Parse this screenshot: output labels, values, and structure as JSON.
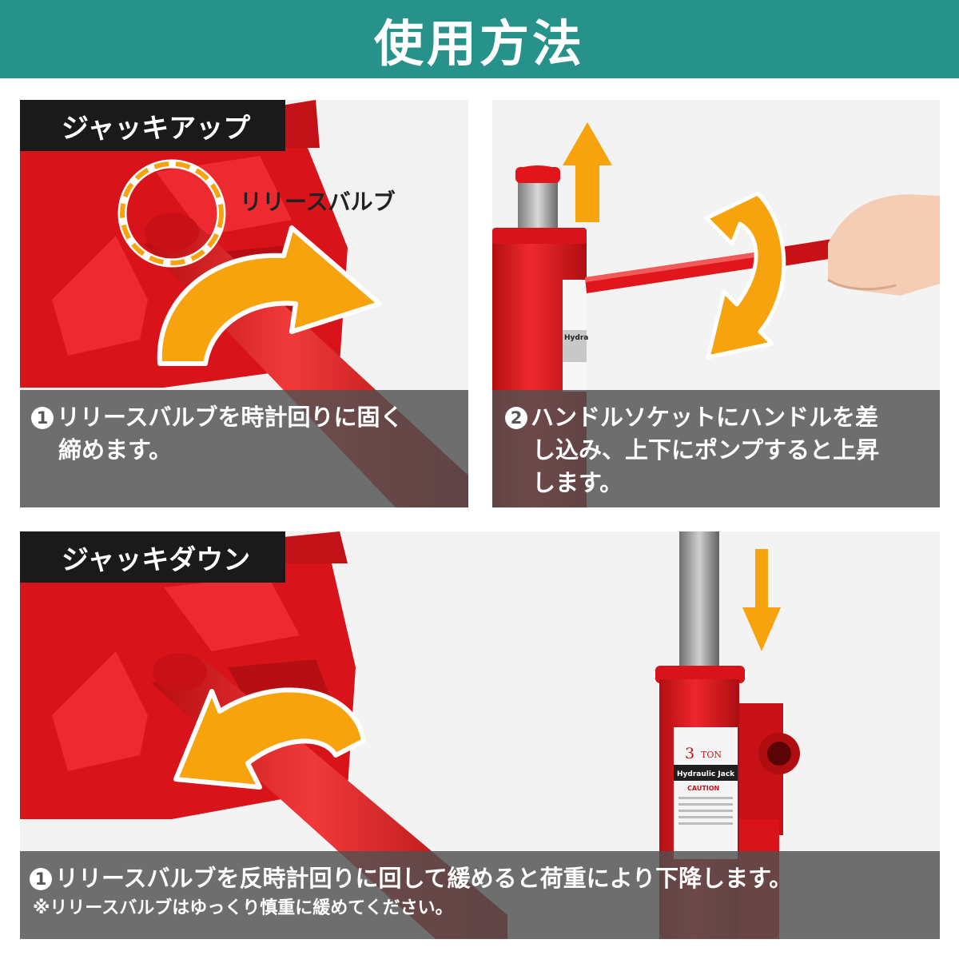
{
  "header": {
    "title": "使用方法"
  },
  "jack_up": {
    "label": "ジャッキアップ",
    "valve_label": "リリースバルブ",
    "step1": {
      "number": "1",
      "line1": "リリースバルブを時計回りに固く",
      "line2": "締めます。"
    },
    "step2": {
      "number": "2",
      "line1": "ハンドルソケットにハンドルを差",
      "line2": "し込み、上下にポンプすると上昇",
      "line3": "します。"
    }
  },
  "jack_down": {
    "label": "ジャッキダウン",
    "step1": {
      "number": "1",
      "text": "リリースバルブを反時計回りに回して緩めると荷重により下降します。"
    },
    "note": "※リリースバルブはゆっくり慎重に緩めてください。"
  },
  "product_label": {
    "capacity": "3",
    "unit": "TON",
    "name": "Hydraulic Jack",
    "caution": "CAUTION",
    "name_partial": "Hydra"
  },
  "colors": {
    "header": "#26928a",
    "arrow": "#f7a30d",
    "jack_red": "#e0161c",
    "label_bg": "#1a1a1a",
    "caption_bg": "#505050"
  },
  "icons": {
    "valve_marker": "dashed-circle-icon",
    "rotate_arrow": "curved-arrow-icon",
    "direction_arrow": "straight-arrow-icon"
  }
}
